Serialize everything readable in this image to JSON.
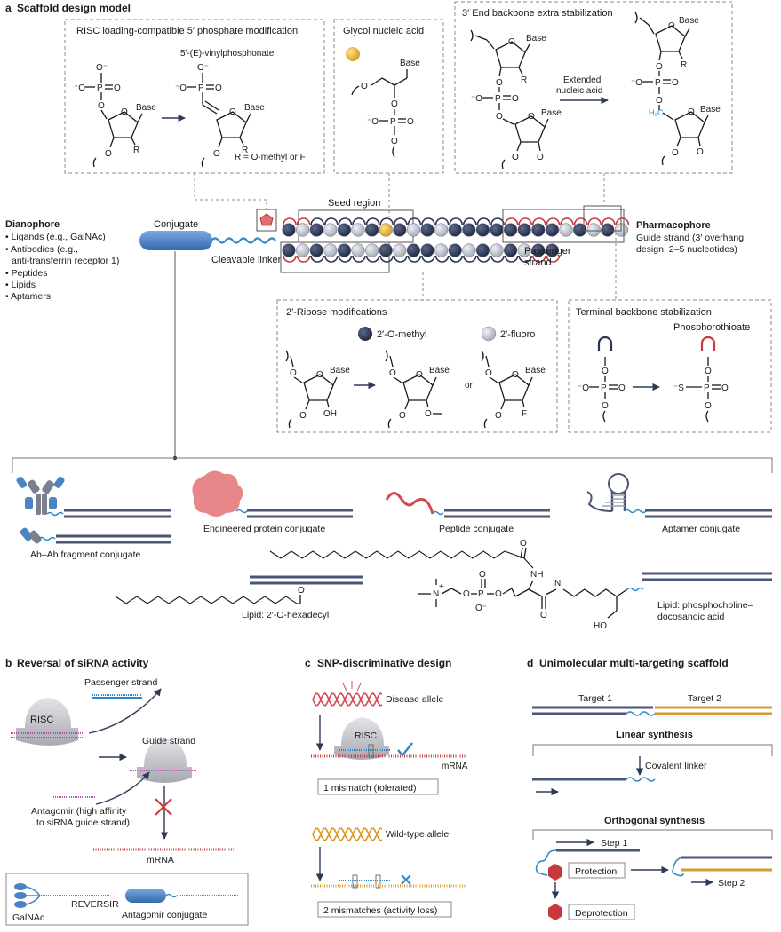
{
  "colors": {
    "navy": "#2b3452",
    "light": "#b9bdc7",
    "gold": "#e8b83a",
    "red": "#c8393d",
    "blue": "#4b84c4",
    "teal": "#2b89c9",
    "pink": "#d95a8c",
    "strand": "#4a5678",
    "orange": "#d69a2e"
  },
  "panel_a": {
    "label": "a",
    "title": "Scaffold design model",
    "risc_box": {
      "title": "RISC loading-compatible 5′ phosphate modification",
      "vinyl": "5′-(E)-vinylphosphonate",
      "r_note": "R = O-methyl or F"
    },
    "glycol_box": {
      "title": "Glycol nucleic acid"
    },
    "end_box": {
      "title": "3′ End backbone extra stabilization",
      "ext1": "Extended",
      "ext2": "nucleic acid",
      "h2c": "H₂C"
    },
    "chem": {
      "base": "Base",
      "r": "R",
      "o": "O",
      "p": "P",
      "ominus": "O⁻",
      "ominus_left": "⁻O",
      "oh": "OH",
      "f": "F",
      "ch3": "O",
      "s_left": "⁻S"
    },
    "dianophore": {
      "title": "Dianophore",
      "items": [
        "Ligands (e.g., GalNAc)",
        "Antibodies (e.g.,",
        "anti-transferrin receptor 1)",
        "Peptides",
        "Lipids",
        "Aptamers"
      ]
    },
    "conjugate": "Conjugate",
    "seed": "Seed region",
    "linker": "Cleavable linker",
    "passenger1": "Passenger",
    "passenger2": "strand",
    "pharmacophore": {
      "title": "Pharmacophore",
      "l1": "Guide strand (3′ overhang",
      "l2": "design, 2–5 nucleotides)"
    },
    "ribose_box": {
      "title": "2′-Ribose modifications",
      "omethyl": "2′-O-methyl",
      "fluoro": "2′-fluoro",
      "or": "or"
    },
    "terminal_box": {
      "title": "Terminal backbone stabilization",
      "pto": "Phosphorothioate"
    },
    "conjugates": {
      "abab": "Ab–Ab fragment conjugate",
      "protein": "Engineered protein conjugate",
      "peptide": "Peptide conjugate",
      "aptamer": "Aptamer conjugate",
      "lipid1": "Lipid: 2′-O-hexadecyl",
      "lipid2a": "Lipid: phosphocholine–",
      "lipid2b": "docosanoic acid",
      "nh": "NH",
      "n": "N",
      "ho": "HO",
      "nplus": "N"
    }
  },
  "panel_b": {
    "label": "b",
    "title": "Reversal of siRNA activity",
    "passenger": "Passenger strand",
    "risc": "RISC",
    "guide": "Guide strand",
    "antagomir1": "Antagomir (high affinity",
    "antagomir2": "to siRNA guide strand)",
    "mrna": "mRNA",
    "reversir": "REVERSIR",
    "galnac": "GalNAc",
    "antagomir_conj": "Antagomir conjugate"
  },
  "panel_c": {
    "label": "c",
    "title": "SNP-discriminative design",
    "disease": "Disease allele",
    "risc": "RISC",
    "mrna": "mRNA",
    "mismatch1": "1 mismatch (tolerated)",
    "wild": "Wild-type allele",
    "mismatch2": "2 mismatches (activity loss)"
  },
  "panel_d": {
    "label": "d",
    "title": "Unimolecular multi-targeting scaffold",
    "target1": "Target 1",
    "target2": "Target 2",
    "linear": "Linear synthesis",
    "covalent": "Covalent linker",
    "orthogonal": "Orthogonal synthesis",
    "step1": "Step 1",
    "step2": "Step 2",
    "protection": "Protection",
    "deprotection": "Deprotection"
  }
}
